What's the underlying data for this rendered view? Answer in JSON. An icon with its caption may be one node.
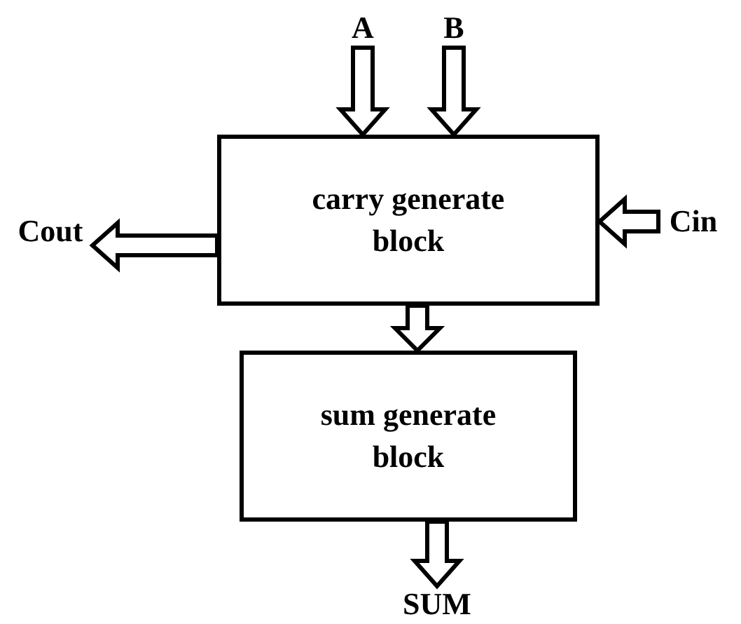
{
  "diagram": {
    "nodes": [
      {
        "text": [
          "A"
        ]
      },
      {
        "text": [
          "B"
        ]
      },
      {
        "text": [
          "Cin"
        ]
      },
      {
        "text": [
          "carry generate block"
        ]
      },
      {
        "text": [
          "Cout"
        ]
      },
      {
        "text": [
          "sum generate block"
        ]
      },
      {
        "text": [
          "SUM"
        ]
      }
    ],
    "edges": [
      {
        "from": 0,
        "to": 3,
        "arrow": "to"
      },
      {
        "from": 1,
        "to": 3,
        "arrow": "to"
      },
      {
        "from": 2,
        "to": 3,
        "arrow": "to"
      },
      {
        "from": 3,
        "to": 4,
        "arrow": "to"
      },
      {
        "from": 3,
        "to": 5,
        "arrow": "to"
      },
      {
        "from": 5,
        "to": 6,
        "arrow": "to"
      }
    ]
  }
}
